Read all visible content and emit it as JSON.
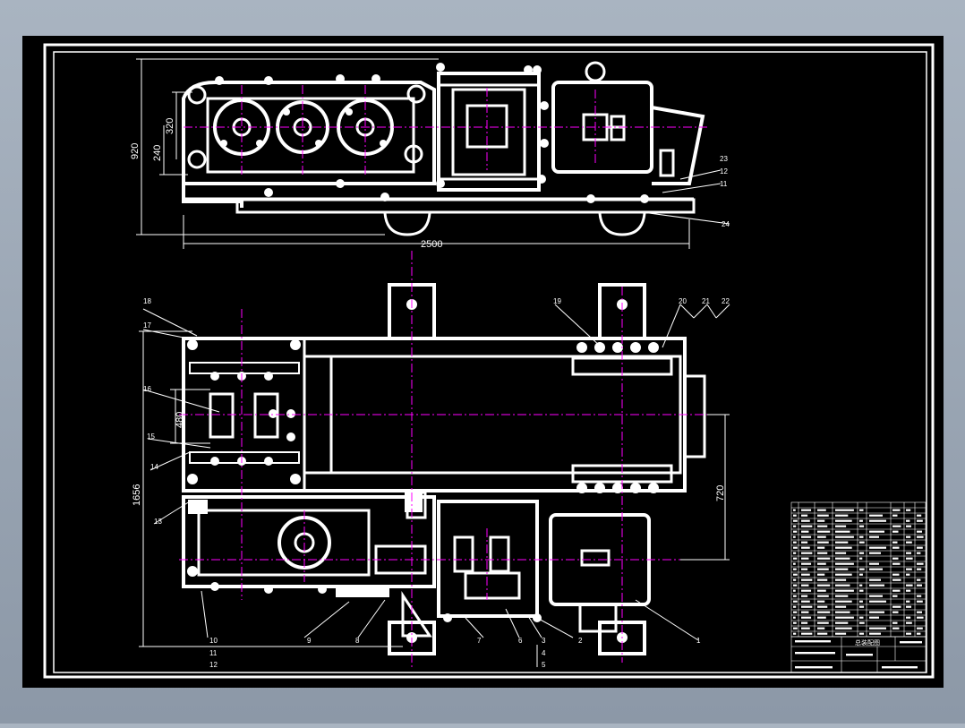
{
  "colors": {
    "background": "#9aa6b4",
    "canvas": "#000000",
    "linework": "#ffffff",
    "centerline": "#ff00ff",
    "dimension": "#ffffff"
  },
  "dimensions": {
    "top_height": "920",
    "top_inner_a": "320",
    "top_inner_b": "240",
    "top_length": "2500",
    "plan_width": "1656",
    "plan_inner": "480",
    "plan_offset": "720"
  },
  "part_labels": {
    "p1": "1",
    "p2": "2",
    "p3": "3",
    "p4": "4",
    "p5": "5",
    "p6": "6",
    "p7": "7",
    "p8": "8",
    "p9": "9",
    "p10": "10",
    "p11": "11",
    "p12": "12",
    "p13": "13",
    "p14": "14",
    "p15": "15",
    "p16": "16",
    "p17": "17",
    "p18": "18",
    "p19": "19",
    "p20": "20",
    "p21": "21",
    "p22": "22",
    "p23": "23",
    "p24": "24",
    "p_top12": "12",
    "p_top11": "11"
  },
  "title_block": {
    "drawing_name": "总装配图"
  }
}
